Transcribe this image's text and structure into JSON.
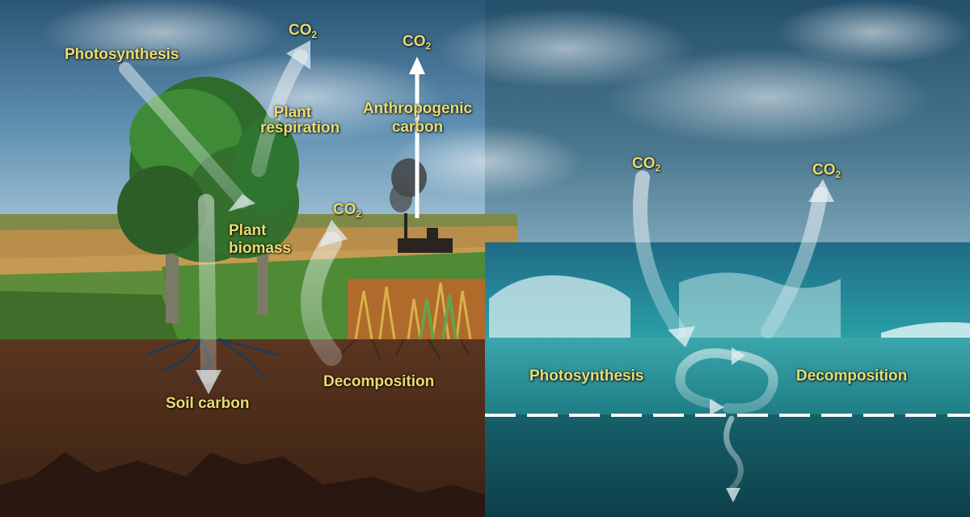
{
  "land": {
    "photosynthesis": "Photosynthesis",
    "co2_respiration": "CO",
    "plant_respiration": [
      "Plant",
      "respiration"
    ],
    "co2_anthropogenic": "CO",
    "anthropogenic_carbon": [
      "Anthropogenic",
      "carbon"
    ],
    "co2_decomposition": "CO",
    "plant_biomass": [
      "Plant",
      "biomass"
    ],
    "decomposition": "Decomposition",
    "soil_carbon": "Soil carbon"
  },
  "ocean": {
    "co2_in": "CO",
    "co2_out": "CO",
    "photosynthesis": "Photosynthesis",
    "decomposition": "Decomposition"
  },
  "subscript": "2",
  "colors": {
    "label": "#e9dc72",
    "arrow": "#e8f2f6",
    "soil": "#4a2a17",
    "sea": "#2a8f9a"
  }
}
